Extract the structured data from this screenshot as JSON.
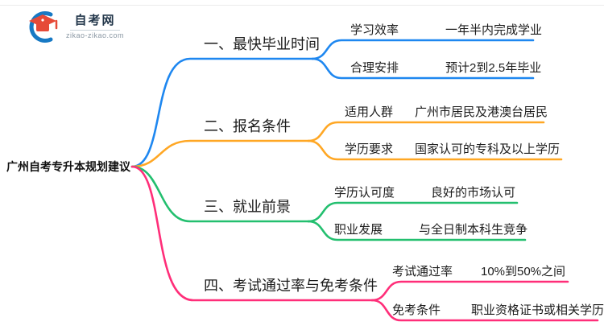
{
  "logo": {
    "site_name": "自考网",
    "site_url": "zikao-zikao.com",
    "colors": {
      "swoosh": "#1779c4",
      "cap": "#e64a38"
    }
  },
  "root": {
    "title": "广州自考专升本规划建议"
  },
  "branches": [
    {
      "title": "一、最快毕业时间",
      "color": "#1e87f0",
      "children": [
        {
          "key": "学习效率",
          "value": "一年半内完成学业"
        },
        {
          "key": "合理安排",
          "value": "预计2到2.5年毕业"
        }
      ]
    },
    {
      "title": "二、报名条件",
      "color": "#ffa724",
      "children": [
        {
          "key": "适用人群",
          "value": "广州市居民及港澳台居民"
        },
        {
          "key": "学历要求",
          "value": "国家认可的专科及以上学历"
        }
      ]
    },
    {
      "title": "三、就业前景",
      "color": "#23bf6f",
      "children": [
        {
          "key": "学历认可度",
          "value": "良好的市场认可"
        },
        {
          "key": "职业发展",
          "value": "与全日制本科生竞争"
        }
      ]
    },
    {
      "title": "四、考试通过率与免考条件",
      "color": "#ff2e79",
      "children": [
        {
          "key": "考试通过率",
          "value": "10%到50%之间"
        },
        {
          "key": "免考条件",
          "value": "职业资格证书或相关学历"
        }
      ]
    }
  ]
}
